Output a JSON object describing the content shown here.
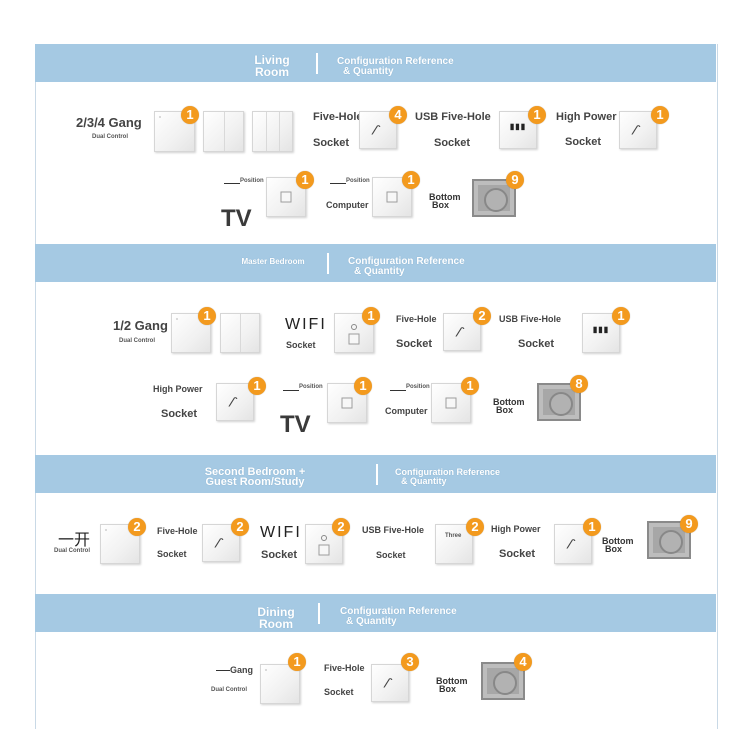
{
  "sections": [
    {
      "room_line1": "Living",
      "room_line2": "Room",
      "cfg_line1": "Configuration Reference",
      "cfg_line2": "& Quantity"
    },
    {
      "room_line1": "Master Bedroom",
      "room_line2": "",
      "cfg_line1": "Configuration Reference",
      "cfg_line2": "& Quantity"
    },
    {
      "room_line1": "Second Bedroom +",
      "room_line2": "Guest Room/Study",
      "cfg_line1": "Configuration Reference",
      "cfg_line2": "& Quantity"
    },
    {
      "room_line1": "Dining",
      "room_line2": "Room",
      "cfg_line1": "Configuration Reference",
      "cfg_line2": "& Quantity"
    }
  ],
  "common": {
    "socket": "Socket",
    "five_hole": "Five-Hole",
    "usb_five_hole": "USB Five-Hole",
    "high_power": "High Power",
    "dual_control": "Dual Control",
    "position": "Position",
    "tv": "TV",
    "computer": "Computer",
    "wifi": "WIFI",
    "bottom": "Bottom",
    "box": "Box",
    "gang": "Gang",
    "three": "Three",
    "one_gang_cn": "一开",
    "socket_glyph": "⁄ˋ",
    "usb_glyph": "▮▮▮"
  },
  "living": {
    "gang_label": "2/3/4 Gang",
    "q_gang": "1",
    "q_five": "4",
    "q_usb": "1",
    "q_hp": "1",
    "q_tv": "1",
    "q_pc": "1",
    "q_box": "9"
  },
  "master": {
    "gang_label": "1/2 Gang",
    "q_gang": "1",
    "q_wifi": "1",
    "q_five": "2",
    "q_usb": "1",
    "q_hp": "1",
    "q_tv": "1",
    "q_pc": "1",
    "q_box": "8"
  },
  "second": {
    "q_gang": "2",
    "q_five": "2",
    "q_wifi": "2",
    "q_three": "2",
    "q_hp": "1",
    "q_box": "9"
  },
  "dining": {
    "q_gang": "1",
    "q_five": "3",
    "q_box": "4"
  },
  "colors": {
    "band": "#a5c9e3",
    "badge": "#f39a1e"
  }
}
